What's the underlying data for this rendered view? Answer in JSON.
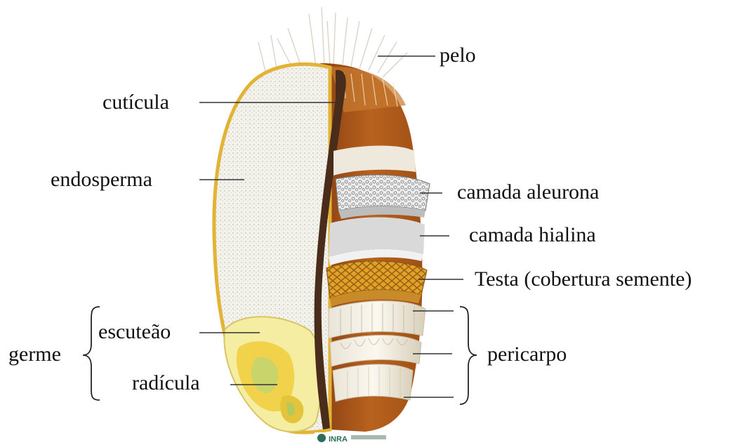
{
  "labels": {
    "pelo": "pelo",
    "cuticula": "cutícula",
    "endosperma": "endosperma",
    "aleurona": "camada aleurona",
    "hialina": "camada hialina",
    "testa": "Testa (cobertura semente)",
    "escuteao": "escuteão",
    "germe": "germe",
    "radicula": "radícula",
    "pericarpo": "pericarpo"
  },
  "logo_text": "INRA",
  "colors": {
    "husk": "#a0521c",
    "husk_light": "#c8782e",
    "endosperm": "#f3f1ea",
    "germ": "#f4eda2",
    "germ_center": "#f0c830",
    "testa": "#d99a20",
    "line": "#333333"
  }
}
